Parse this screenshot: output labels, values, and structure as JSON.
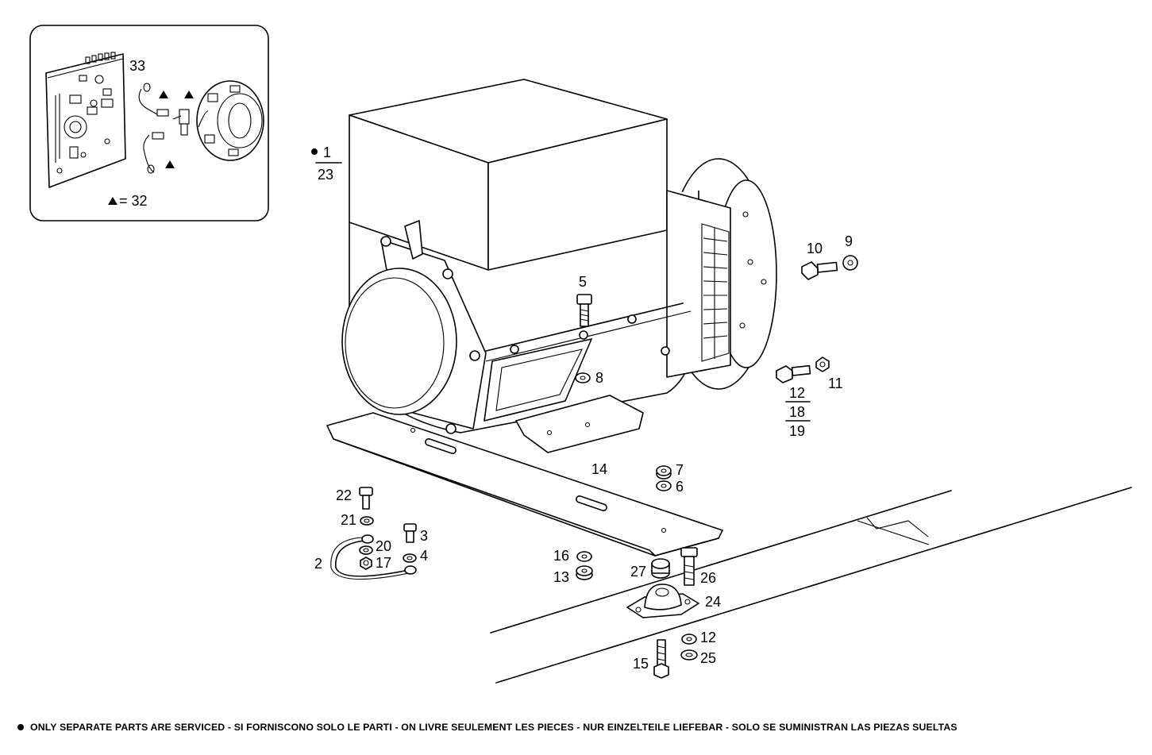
{
  "labels": {
    "n1": "1",
    "n23": "23",
    "n33": "33",
    "n32": "= 32",
    "n10": "10",
    "n9": "9",
    "n5": "5",
    "n8": "8",
    "n11": "11",
    "n12a": "12",
    "n18": "18",
    "n19": "19",
    "n14": "14",
    "n7": "7",
    "n6": "6",
    "n22": "22",
    "n21": "21",
    "n3": "3",
    "n20": "20",
    "n4": "4",
    "n2": "2",
    "n17": "17",
    "n16": "16",
    "n13": "13",
    "n27": "27",
    "n26": "26",
    "n24": "24",
    "n12b": "12",
    "n25": "25",
    "n15": "15"
  },
  "footer": {
    "text": "ONLY SEPARATE PARTS ARE SERVICED - SI FORNISCONO SOLO LE PARTI  - ON LIVRE SEULEMENT LES PIECES - NUR EINZELTEILE LIEFEBAR - SOLO SE SUMINISTRAN LAS PIEZAS SUELTAS"
  },
  "icons": {
    "bullet": "filled-circle-icon",
    "triangle": "triangle-icon"
  }
}
